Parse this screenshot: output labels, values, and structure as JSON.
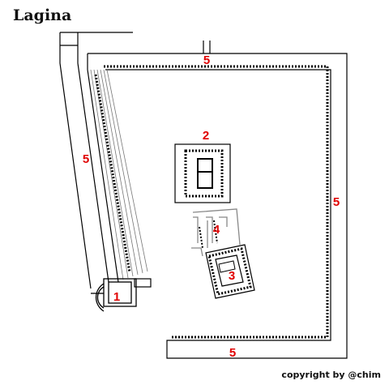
{
  "title": "Lagina",
  "copyright": "copyright by @chim",
  "labels": {
    "n1": "1",
    "n2": "2",
    "n3": "3",
    "n4": "4",
    "n5_top": "5",
    "n5_left": "5",
    "n5_right": "5",
    "n5_bottom": "5"
  },
  "colors": {
    "label": "#e00000",
    "wall": "#000000"
  }
}
